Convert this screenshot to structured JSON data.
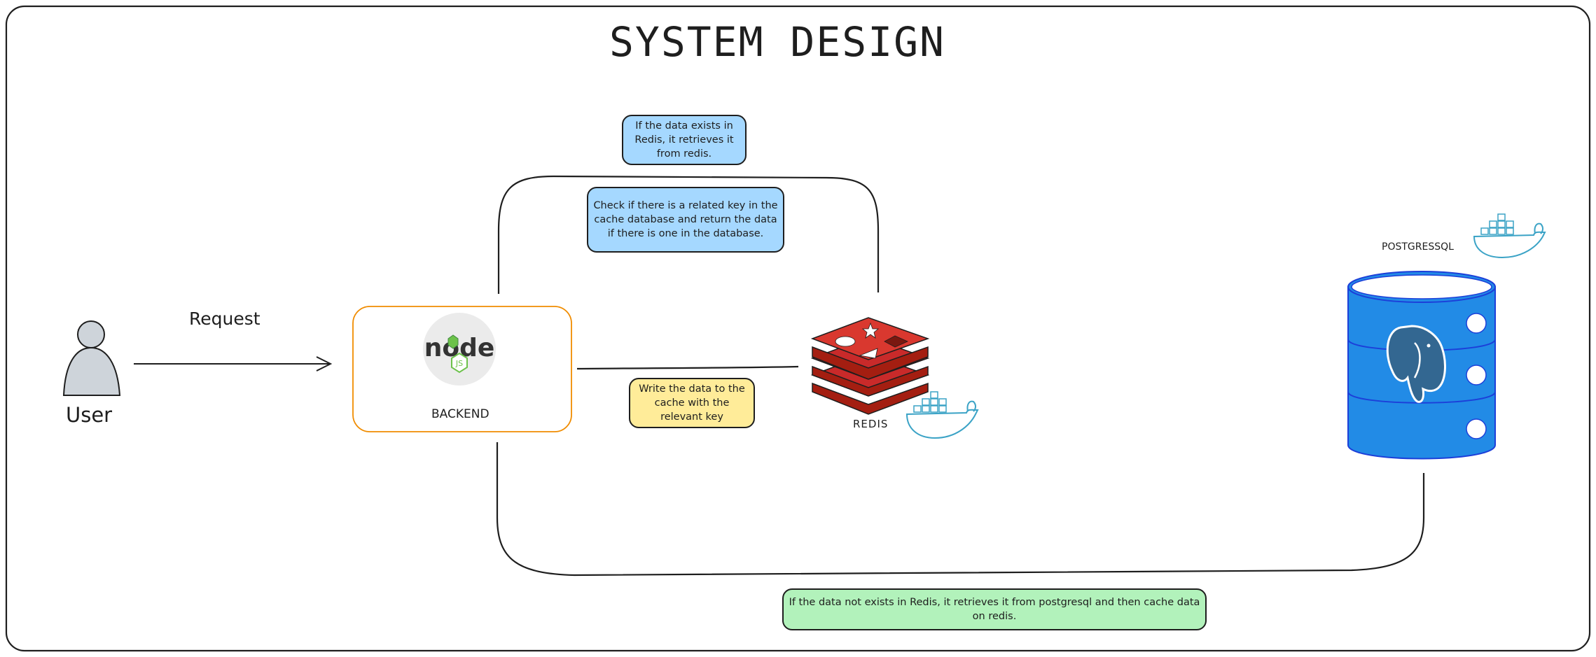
{
  "title": "SYSTEM DESIGN",
  "nodes": {
    "user": "User",
    "backend": "BACKEND",
    "redis": "REDIS",
    "postgres": "POSTGRESSQL"
  },
  "edges": {
    "request": "Request"
  },
  "notes": {
    "redis_hit": "If the data exists in Redis, it retrieves it from redis.",
    "check_cache": "Check if there is a related key in the cache database and return the data if there is one in the database.",
    "write_cache": "Write the data to the cache with the relevant key",
    "db_fallback": "If the data not exists in Redis, it retrieves it from postgresql and then cache data on redis."
  },
  "logos": {
    "node_wordmark": "node",
    "node_badge": "JS"
  },
  "colors": {
    "backend_border": "#f08c00",
    "note_blue": "#a5d8ff",
    "note_yellow": "#ffec99",
    "note_green": "#b2f2bb",
    "redis_red": "#c92a2a",
    "postgres_blue": "#228be6",
    "docker_blue": "#3ba3c6",
    "user_gray": "#ced4da"
  }
}
